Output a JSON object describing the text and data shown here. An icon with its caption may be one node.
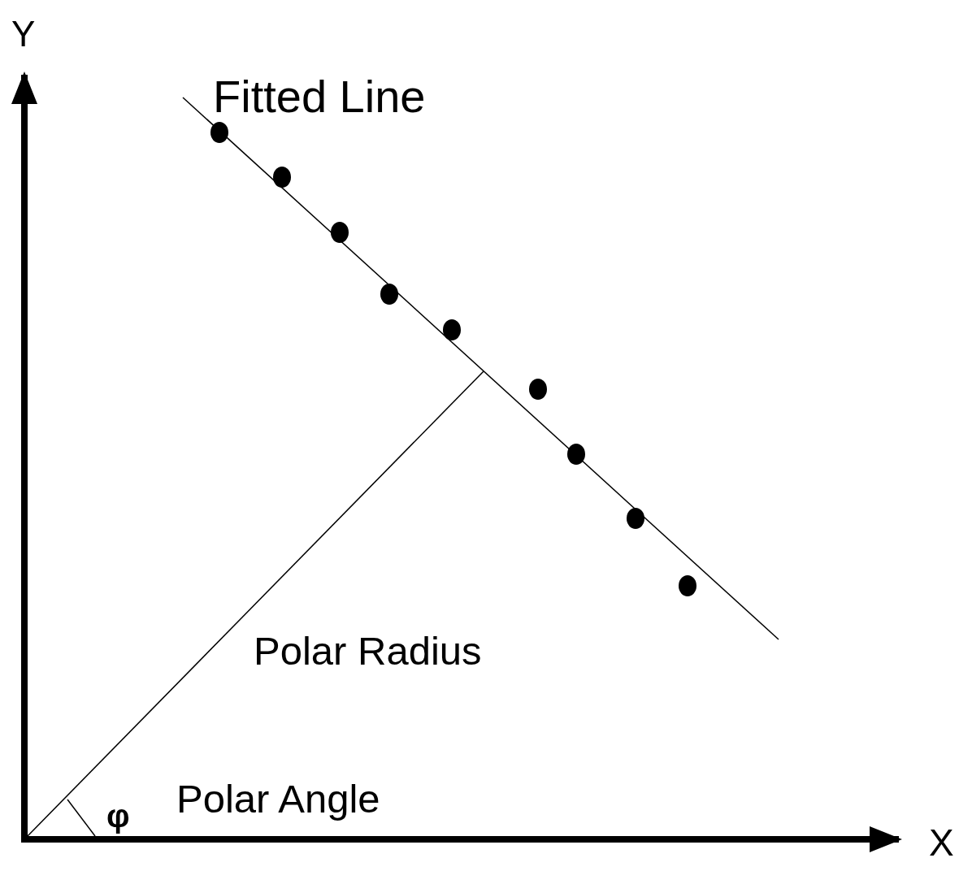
{
  "diagram": {
    "labels": [
      "Y",
      "Fitted Line",
      "Polar Radius",
      "Polar Angle",
      "φ",
      "X"
    ]
  }
}
